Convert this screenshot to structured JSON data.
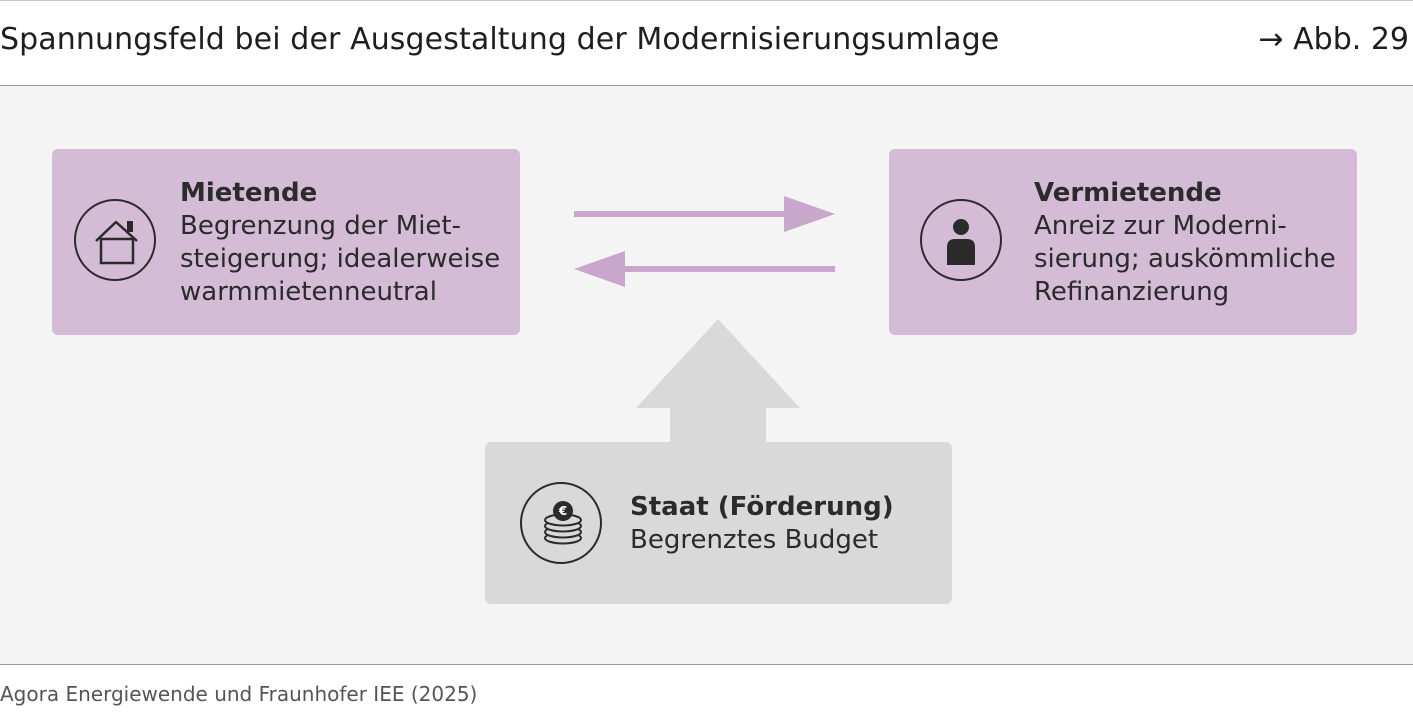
{
  "header": {
    "title": "Spannungsfeld bei der Ausgestaltung der Modernisierungsumlage",
    "figure_ref": "→ Abb. 29"
  },
  "tenants": {
    "title": "Mietende",
    "lines": [
      "Begrenzung der Miet-",
      "steigerung; idealerweise",
      "warmmietenneutral"
    ],
    "icon": "house-icon"
  },
  "landlords": {
    "title": "Vermietende",
    "lines": [
      "Anreiz zur Moderni-",
      "sierung; auskömmliche",
      "Refinanzierung"
    ],
    "icon": "person-icon"
  },
  "state": {
    "title": "Staat (Förderung)",
    "lines": [
      "Begrenztes Budget"
    ],
    "icon": "euro-coins-icon",
    "coin_symbol": "€"
  },
  "source": "Agora Energiewende und Fraunhofer IEE (2025)",
  "colors": {
    "purple_box": "#d4bbd6",
    "arrow_purple": "#c9a6cc",
    "grey_box": "#d9d9d9",
    "background": "#f4f4f4"
  }
}
